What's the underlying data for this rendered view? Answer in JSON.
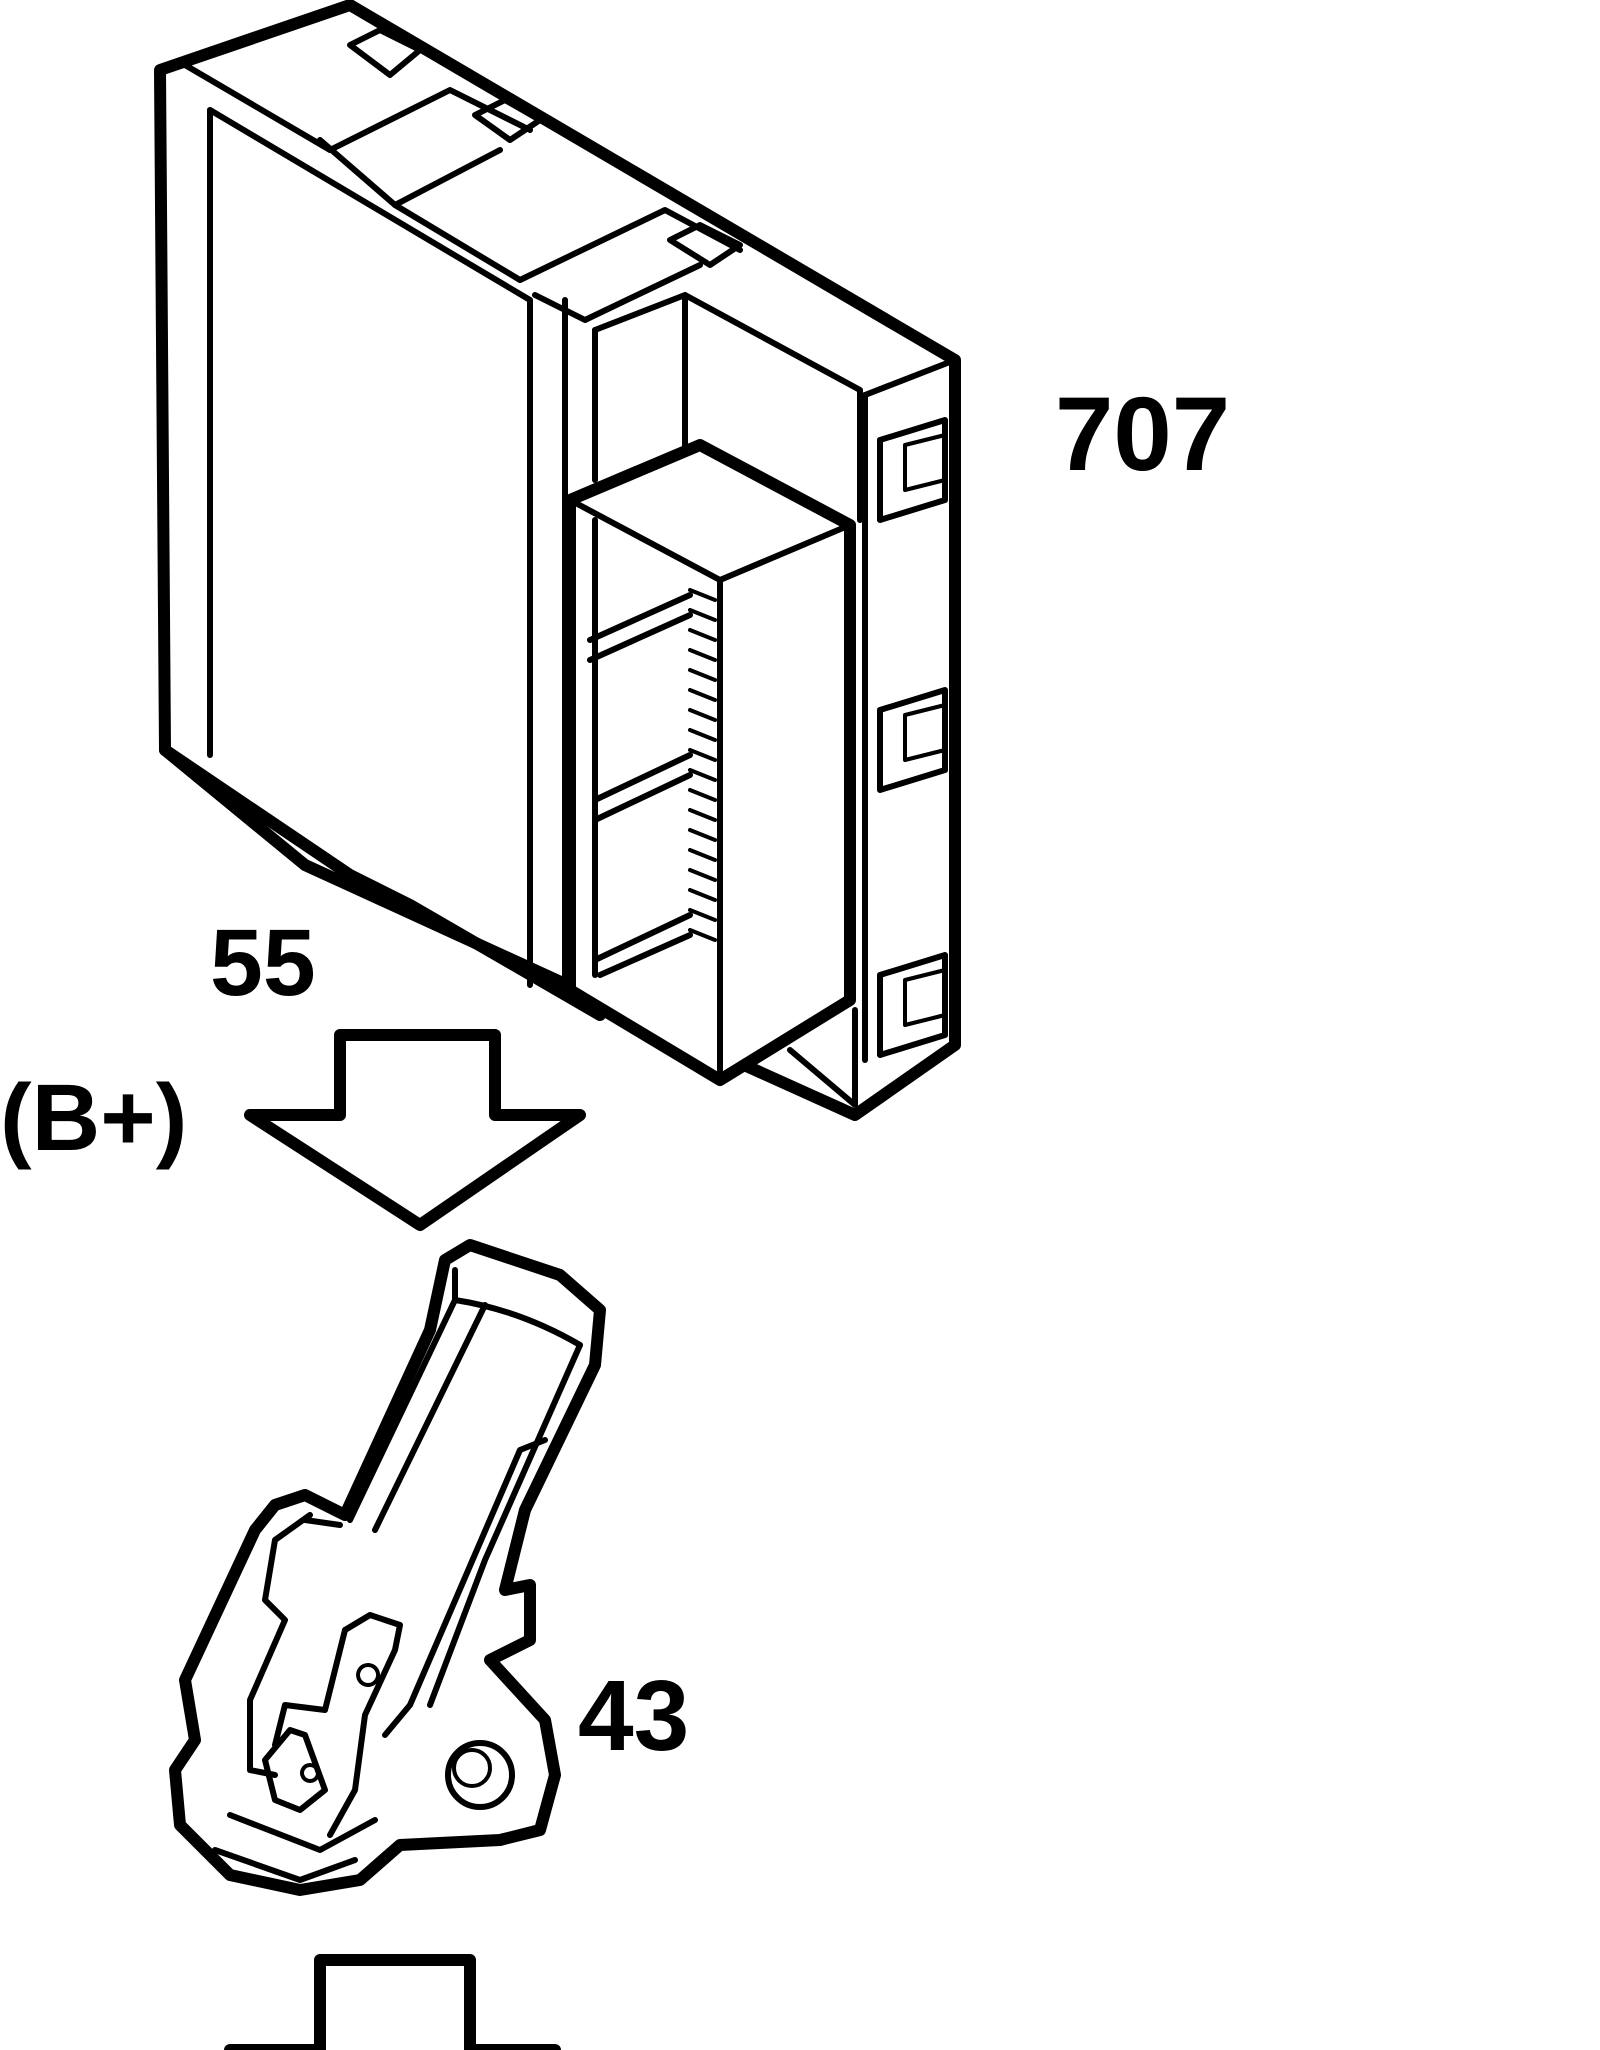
{
  "labels": {
    "control_module": "707",
    "signal_top": "55",
    "supply": "(B+)",
    "sensor": "43"
  },
  "colors": {
    "ink": "#000000",
    "paper": "#ffffff"
  },
  "icons": [
    "control-module-drawing",
    "sensor-drawing",
    "down-arrow"
  ]
}
